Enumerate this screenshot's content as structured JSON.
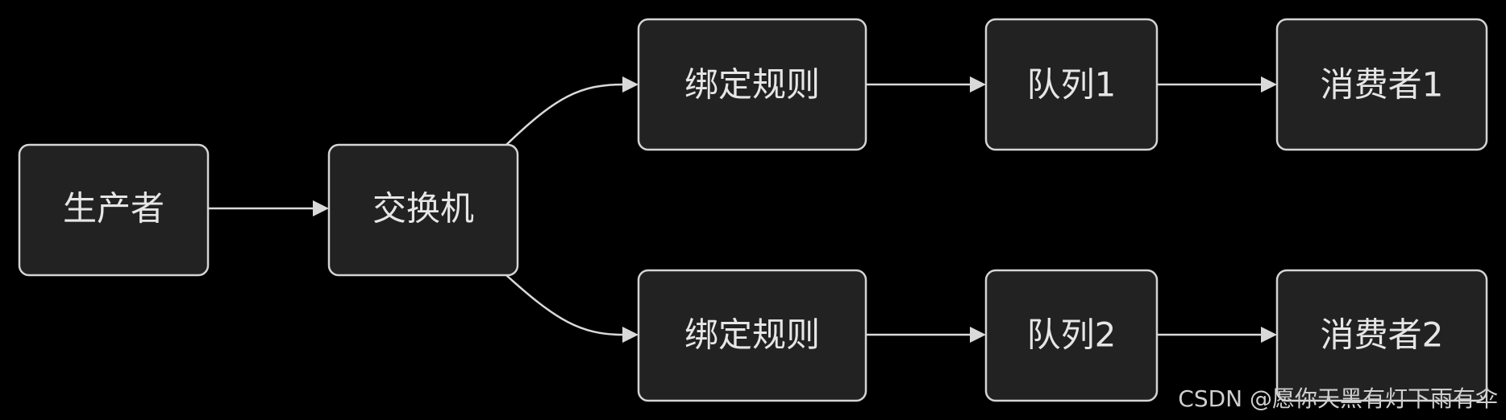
{
  "nodes": {
    "producer": "生产者",
    "exchange": "交换机",
    "binding1": "绑定规则",
    "binding2": "绑定规则",
    "queue1": "队列1",
    "queue2": "队列2",
    "consumer1": "消费者1",
    "consumer2": "消费者2"
  },
  "edges": [
    {
      "from": "producer",
      "to": "exchange"
    },
    {
      "from": "exchange",
      "to": "binding1"
    },
    {
      "from": "exchange",
      "to": "binding2"
    },
    {
      "from": "binding1",
      "to": "queue1"
    },
    {
      "from": "binding2",
      "to": "queue2"
    },
    {
      "from": "queue1",
      "to": "consumer1"
    },
    {
      "from": "queue2",
      "to": "consumer2"
    }
  ],
  "colors": {
    "background": "#000000",
    "node_fill": "#222222",
    "node_border": "#d4d4d4",
    "text": "#e6e6e6",
    "edge": "#d9d9d9"
  },
  "watermark": "CSDN @愿你天黑有灯下雨有伞"
}
